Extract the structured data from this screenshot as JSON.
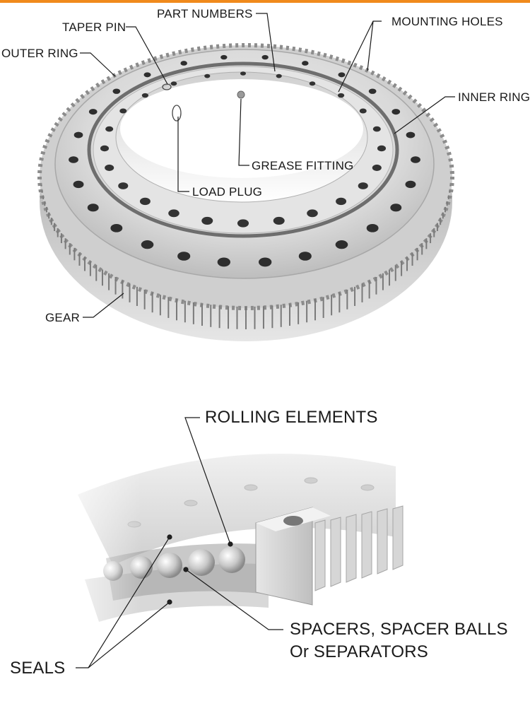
{
  "accent_color": "#f08a1c",
  "top_diagram": {
    "labels": {
      "part_numbers": "PART NUMBERS",
      "taper_pin": "TAPER PIN",
      "mounting_holes": "MOUNTING HOLES",
      "outer_ring": "OUTER RING",
      "inner_ring": "INNER RING",
      "grease_fitting": "GREASE FITTING",
      "load_plug": "LOAD PLUG",
      "gear": "GEAR"
    }
  },
  "bottom_diagram": {
    "labels": {
      "rolling_elements": "ROLLING ELEMENTS",
      "spacers_line1": "SPACERS, SPACER BALLS",
      "spacers_line2": "Or SEPARATORS",
      "seals": "SEALS"
    }
  }
}
